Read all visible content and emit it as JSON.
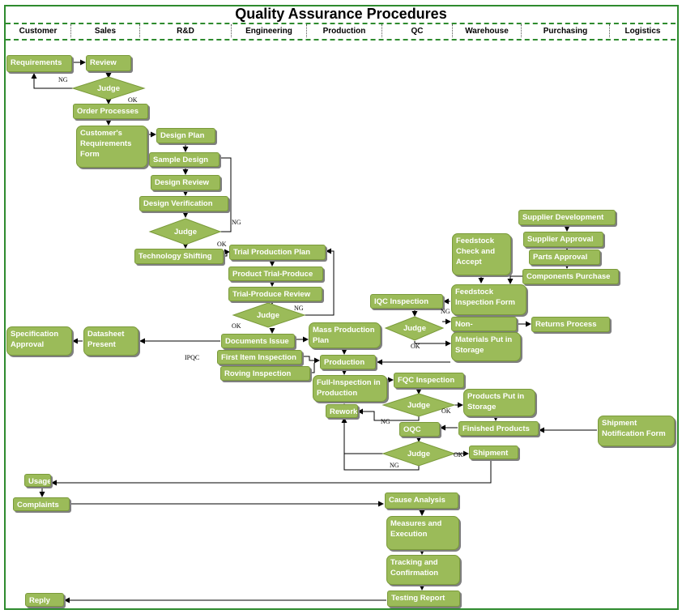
{
  "title": "Quality Assurance Procedures",
  "lanes": [
    "Customer",
    "Sales",
    "R&D",
    "Engineering",
    "Production",
    "QC",
    "Warehouse",
    "Purchasing",
    "Logistics"
  ],
  "nodes": {
    "requirements": "Requirements",
    "review": "Review",
    "judge_1": "Judge",
    "order_processes": "Order Processes",
    "customer_requirements_form": "Customer's Requirements Form",
    "design_plan": "Design Plan",
    "sample_design": "Sample Design",
    "design_review": "Design Review",
    "design_verification": "Design Verification",
    "judge_2": "Judge",
    "technology_shifting": "Technology Shifting",
    "trial_production_plan": "Trial Production Plan",
    "product_trial_produce": "Product Trial-Produce",
    "trial_produce_review": "Trial-Produce Review",
    "judge_3": "Judge",
    "documents_issue": "Documents Issue",
    "datasheet_present": "Datasheet Present",
    "specification_approval": "Specification Approval",
    "first_item_inspection": "First Item Inspection",
    "roving_inspection": "Roving Inspection",
    "mass_production_plan": "Mass Production Plan",
    "production": "Production",
    "full_inspection": "Full-Inspection in Production",
    "rework": "Rework",
    "fqc_inspection": "FQC Inspection",
    "judge_4": "Judge",
    "products_put_in_storage": "Products Put in Storage",
    "finished_products": "Finished Products",
    "oqc": "OQC",
    "judge_5": "Judge",
    "shipment": "Shipment",
    "shipment_notification_form": "Shipment Notification Form",
    "supplier_development": "Supplier Development",
    "supplier_approval": "Supplier Approval",
    "parts_approval": "Parts Approval",
    "components_purchase": "Components Purchase",
    "feedstock_check": "Feedstock Check and Accept",
    "feedstock_inspection_form": "Feedstock Inspection Form",
    "iqc_inspection": "IQC Inspection",
    "judge_6": "Judge",
    "non_conforming": "Non-Conforming",
    "returns_process": "Returns Process",
    "materials_put_in_storage": "Materials Put in Storage",
    "usage": "Usage",
    "complaints": "Complaints",
    "cause_analysis": "Cause Analysis",
    "measures_execution": "Measures and Execution",
    "tracking_confirmation": "Tracking and Confirmation",
    "testing_report": "Testing Report",
    "reply": "Reply"
  },
  "edge_labels": {
    "ng_1": "NG",
    "ok_1": "OK",
    "ng_2": "NG",
    "ok_2": "OK",
    "ng_3": "NG",
    "ok_3": "OK",
    "ipqc": "IPQC",
    "ng_4": "NG",
    "ng_6": "NG",
    "ok_6": "OK",
    "ok_4": "OK",
    "ng_5": "NG",
    "ok_5": "OK"
  },
  "colors": {
    "node_fill": "#9bbb59",
    "border": "#2e8b2e",
    "text": "#ffffff"
  }
}
